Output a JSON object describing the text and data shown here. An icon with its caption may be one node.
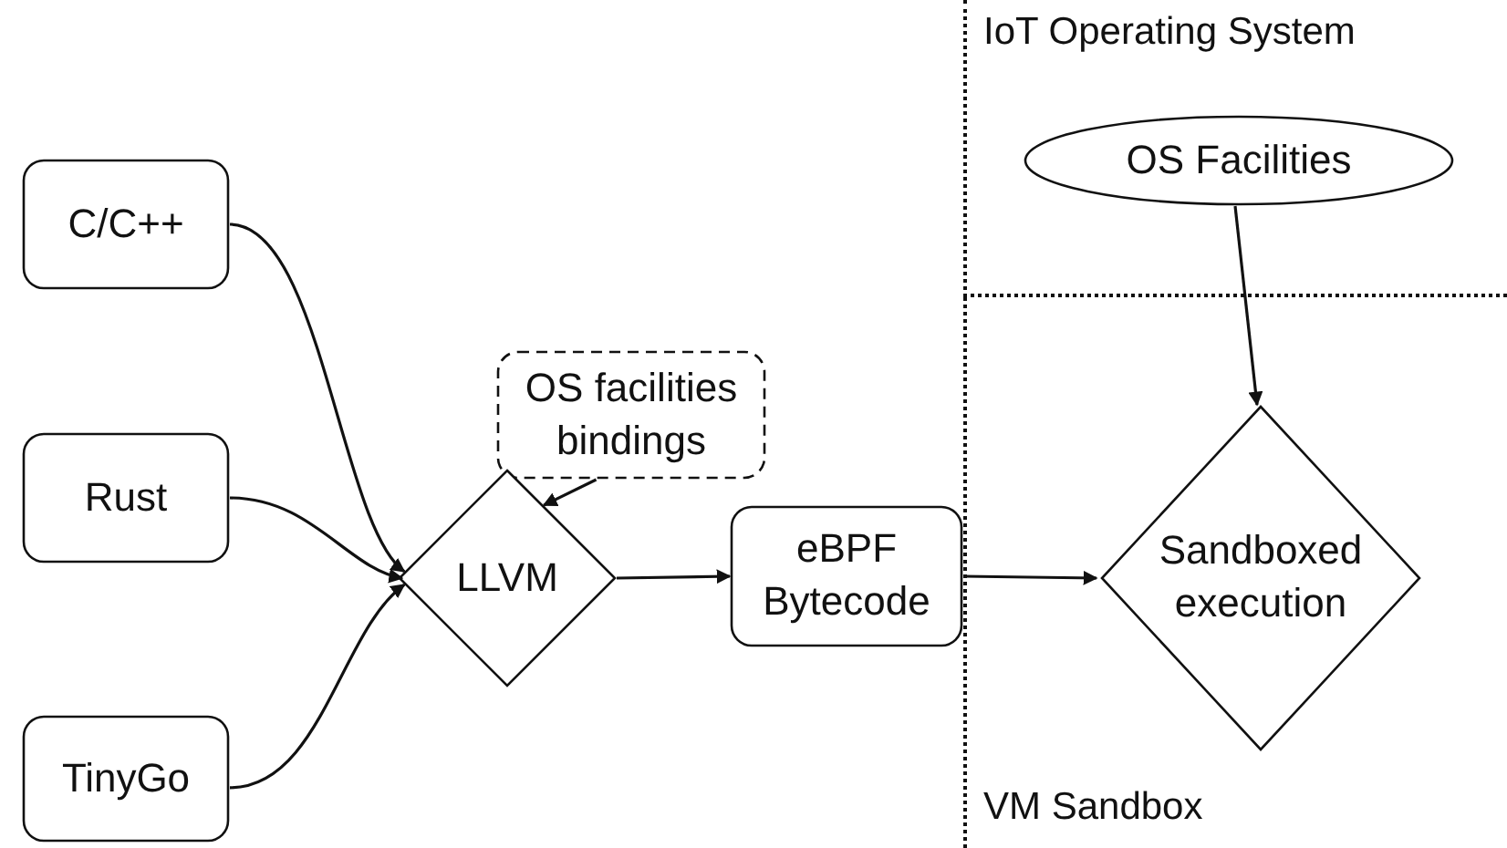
{
  "diagram": {
    "nodes": [
      {
        "text": [
          "C/C++"
        ]
      },
      {
        "text": [
          "Rust"
        ]
      },
      {
        "text": [
          "TinyGo"
        ]
      },
      {
        "text": [
          "OS facilities bindings"
        ]
      },
      {
        "text": [
          "LLVM"
        ]
      },
      {
        "text": [
          "eBPF Bytecode"
        ]
      },
      {
        "text": [
          "IoT Operating System"
        ]
      },
      {
        "text": [
          "OS Facilities"
        ],
        "in": 6
      },
      {
        "text": [
          "VM Sandbox"
        ]
      },
      {
        "text": [
          "Sandboxed execution"
        ],
        "in": 8
      }
    ],
    "edges": [
      {
        "from": 0,
        "to": 4,
        "arrow": "to"
      },
      {
        "from": 1,
        "to": 4,
        "arrow": "to"
      },
      {
        "from": 2,
        "to": 4,
        "arrow": "to"
      },
      {
        "from": 3,
        "to": 4,
        "arrow": "to"
      },
      {
        "from": 4,
        "to": 5,
        "arrow": "to"
      },
      {
        "from": 5,
        "to": 9,
        "arrow": "to"
      },
      {
        "from": 7,
        "to": 9,
        "arrow": "to"
      }
    ]
  }
}
